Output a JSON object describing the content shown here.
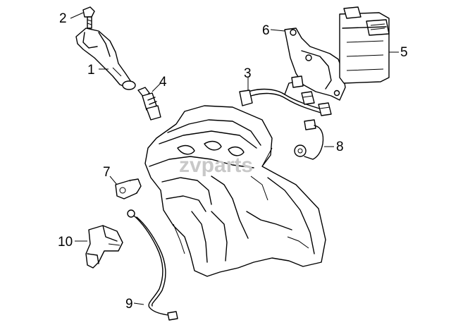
{
  "callouts": [
    {
      "id": "1",
      "label": "1"
    },
    {
      "id": "2",
      "label": "2"
    },
    {
      "id": "3",
      "label": "3"
    },
    {
      "id": "4",
      "label": "4"
    },
    {
      "id": "5",
      "label": "5"
    },
    {
      "id": "6",
      "label": "6"
    },
    {
      "id": "7",
      "label": "7"
    },
    {
      "id": "8",
      "label": "8"
    },
    {
      "id": "9",
      "label": "9"
    },
    {
      "id": "10",
      "label": "10"
    }
  ],
  "watermark": {
    "text": "zvparts"
  }
}
